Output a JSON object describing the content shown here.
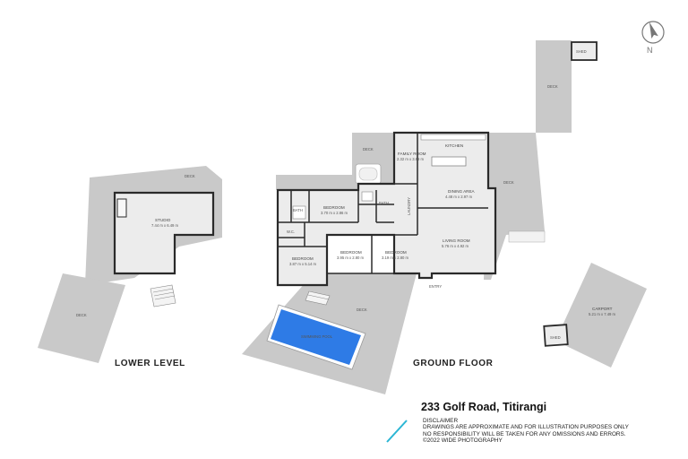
{
  "property": {
    "address": "233 Golf Road, Titirangi"
  },
  "levels": {
    "lower": "LOWER LEVEL",
    "ground": "GROUND FLOOR"
  },
  "rooms": {
    "studio": {
      "name": "STUDIO",
      "dims": "7.44 m x 6.49 m"
    },
    "family_room": {
      "name": "FAMILY ROOM",
      "dims": "2.32 m x 3.69 m"
    },
    "kitchen": {
      "name": "KITCHEN"
    },
    "dining_area": {
      "name": "DINING AREA",
      "dims": "4.48 m x 2.97 m"
    },
    "living_room": {
      "name": "LIVING ROOM",
      "dims": "5.76 m x 4.92 m"
    },
    "bedroom_1": {
      "name": "BEDROOM",
      "dims": "3.70 m x 2.86 m"
    },
    "bedroom_2": {
      "name": "BEDROOM",
      "dims": "3.87 m x 5.14 m"
    },
    "bedroom_3": {
      "name": "BEDROOM",
      "dims": "3.95 m x 2.80 m"
    },
    "bedroom_4": {
      "name": "BEDROOM",
      "dims": "3.19 m x 2.80 m"
    },
    "bath_1": {
      "name": "BATH"
    },
    "bath_2": {
      "name": "BATH"
    },
    "wc": {
      "name": "W.C."
    },
    "laundry": {
      "name": "LAUNDRY"
    },
    "entry": {
      "name": "ENTRY"
    },
    "swimming_pool": {
      "name": "SWIMMING POOL"
    },
    "carport": {
      "name": "CARPORT",
      "dims": "5.21 m x 7.49 m"
    },
    "shed_top": {
      "name": "SHED"
    },
    "shed_carport": {
      "name": "SHED"
    }
  },
  "decks": {
    "lower_top": "DECK",
    "lower_bottom": "DECK",
    "ground_top": "DECK",
    "ground_upper": "DECK",
    "ground_right": "DECK",
    "ground_pool": "DECK"
  },
  "disclaimer": {
    "title": "DISCLAIMER",
    "line1": "DRAWINGS ARE APPROXIMATE AND FOR ILLUSTRATION PURPOSES ONLY",
    "line2": "NO RESPONSIBILITY WILL BE TAKEN FOR ANY OMISSIONS AND ERRORS.",
    "line3": "©2022 WIDE PHOTOGRAPHY"
  },
  "compass": {
    "label": "N"
  },
  "colors": {
    "deck": "#c9c9c9",
    "floor": "#ececec",
    "wall": "#2a2a2a",
    "pool": "#2e7be6",
    "accent": "#2bb6d4"
  }
}
